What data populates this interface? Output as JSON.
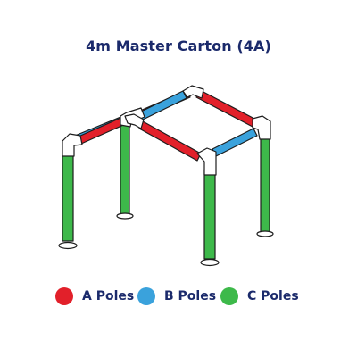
{
  "title": "4m Master Carton (4A)",
  "colors": {
    "a_poles": "#e2202a",
    "b_poles": "#3aa2dc",
    "c_poles": "#3db94a",
    "fittings": "#ffffff",
    "outline": "#1d1d1d",
    "text": "#1b2a6b"
  },
  "legend": [
    {
      "label": "A Poles",
      "color": "#e2202a"
    },
    {
      "label": "B Poles",
      "color": "#3aa2dc"
    },
    {
      "label": "C Poles",
      "color": "#3db94a"
    }
  ]
}
